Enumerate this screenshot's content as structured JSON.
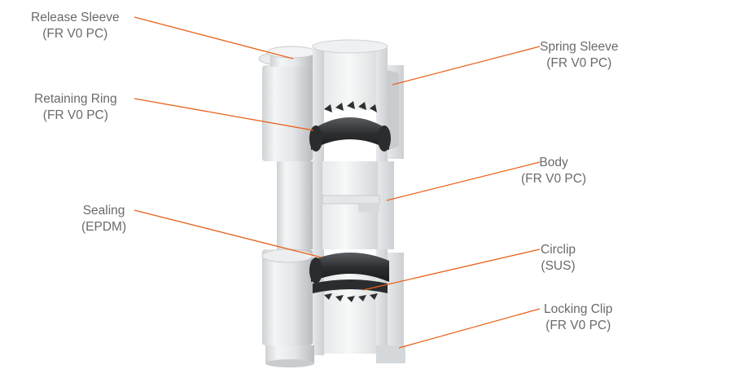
{
  "diagram": {
    "accent_color": "#e8621a",
    "labels": [
      {
        "id": "release-sleeve",
        "name": "Release Sleeve",
        "material": "(FR V0 PC)"
      },
      {
        "id": "retaining-ring",
        "name": "Retaining Ring",
        "material": "(FR V0 PC)"
      },
      {
        "id": "sealing",
        "name": "Sealing",
        "material": "(EPDM)"
      },
      {
        "id": "spring-sleeve",
        "name": "Spring Sleeve",
        "material": "(FR V0 PC)"
      },
      {
        "id": "body",
        "name": "Body",
        "material": "(FR V0 PC)"
      },
      {
        "id": "circlip",
        "name": "Circlip",
        "material": "(SUS)"
      },
      {
        "id": "locking-clip",
        "name": "Locking Clip",
        "material": "(FR V0 PC)"
      }
    ]
  }
}
